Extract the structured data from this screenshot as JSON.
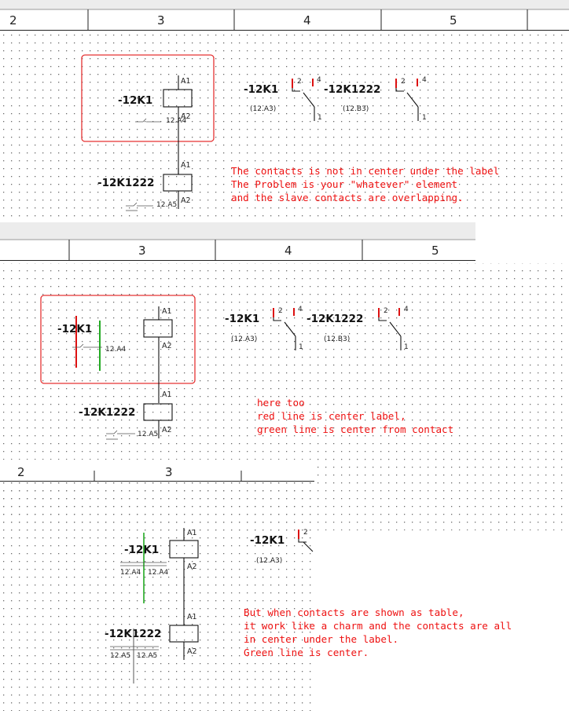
{
  "panel1": {
    "ruler": [
      "2",
      "3",
      "4",
      "5"
    ],
    "master_top": {
      "label": "-12K1",
      "pin_a1": "A1",
      "pin_a2": "A2",
      "contact_ref": "12.A4"
    },
    "master_bottom": {
      "label": "-12K1222",
      "pin_a1": "A1",
      "pin_a2": "A2",
      "contact_ref": "12.A5"
    },
    "slave1": {
      "label": "-12K1",
      "ref": "(12.A3)",
      "pin_2": "2",
      "pin_4": "4",
      "pin_1": "1"
    },
    "slave2": {
      "label": "-12K1222",
      "ref": "(12.B3)",
      "pin_2": "2",
      "pin_4": "4",
      "pin_1": "1"
    },
    "note": [
      "The contacts is not in center under the label",
      "The Problem is your \"whatever\" element",
      "and the slave contacts are overlapping."
    ]
  },
  "panel2": {
    "ruler": [
      "3",
      "4",
      "5"
    ],
    "master_top": {
      "label": "-12K1",
      "pin_a1": "A1",
      "pin_a2": "A2",
      "contact_ref": "12.A4"
    },
    "master_bottom": {
      "label": "-12K1222",
      "pin_a1": "A1",
      "pin_a2": "A2",
      "contact_ref": "12.A5"
    },
    "slave1": {
      "label": "-12K1",
      "ref": "(12.A3)",
      "pin_2": "2",
      "pin_4": "4",
      "pin_1": "1"
    },
    "slave2": {
      "label": "-12K1222",
      "ref": "(12.B3)",
      "pin_2": "2",
      "pin_4": "4",
      "pin_1": "1"
    },
    "note": [
      "here too",
      "red line is center label,",
      "green line is center from contact"
    ]
  },
  "panel3": {
    "ruler": [
      "2",
      "3"
    ],
    "master_top": {
      "label": "-12K1",
      "pin_a1": "A1",
      "pin_a2": "A2",
      "table_refs": [
        "12.A4",
        "12.A4"
      ]
    },
    "master_bottom": {
      "label": "-12K1222",
      "pin_a1": "A1",
      "pin_a2": "A2",
      "table_refs": [
        "12.A5",
        "12.A5"
      ]
    },
    "slave1": {
      "label": "-12K1",
      "ref": "(12.A3)",
      "pin_2": "2"
    },
    "note": [
      "But when contacts are shown as table,",
      "it work like a charm and the contacts are all",
      "in center under the label.",
      "Green line is center."
    ]
  },
  "colors": {
    "annotation": "#ee1111",
    "highlight_box": "#e53333",
    "center_label_line": "#dd1111",
    "center_contact_line": "#22aa22",
    "ruler_bg": "#ececec"
  }
}
